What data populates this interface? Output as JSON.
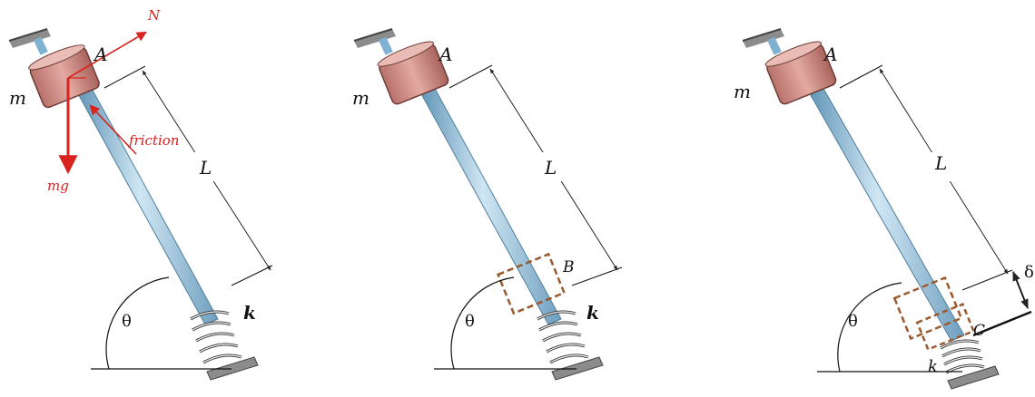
{
  "colors": {
    "force": "#d8231f",
    "rod": "#9fcbe4",
    "rod_shade": "#5f94b6",
    "mass": "#d99b94",
    "mass_shade": "#b8716b",
    "dashed_box": "#9a5a2e",
    "support": "#8c8c8c"
  },
  "panels": [
    {
      "label_A": "A",
      "label_m": "m",
      "label_L": "L",
      "label_theta": "θ",
      "label_k": "k",
      "forces": {
        "normal": "N",
        "friction": "friction",
        "weight": "mg"
      }
    },
    {
      "label_A": "A",
      "label_m": "m",
      "label_L": "L",
      "label_theta": "θ",
      "label_k": "k",
      "label_B": "B"
    },
    {
      "label_A": "A",
      "label_m": "m",
      "label_L": "L",
      "label_theta": "θ",
      "label_k": "k",
      "label_C": "C",
      "label_delta": "δ"
    }
  ]
}
